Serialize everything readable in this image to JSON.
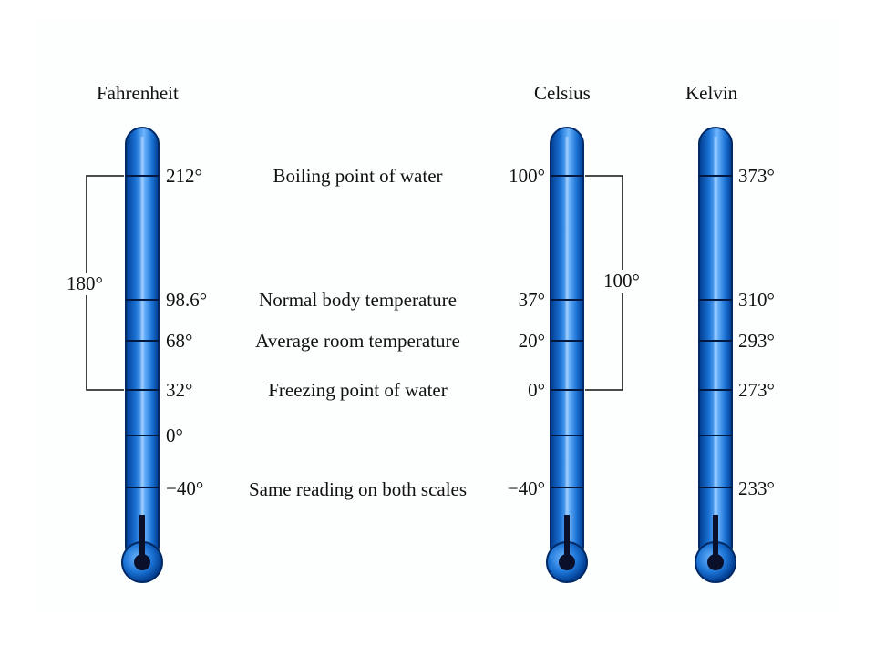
{
  "scales": {
    "fahrenheit": {
      "title": "Fahrenheit",
      "readings": [
        "212°",
        "98.6°",
        "68°",
        "32°",
        "0°",
        "−40°"
      ],
      "span_label": "180°"
    },
    "celsius": {
      "title": "Celsius",
      "readings": [
        "100°",
        "37°",
        "20°",
        "0°",
        "−40°"
      ],
      "span_label": "100°"
    },
    "kelvin": {
      "title": "Kelvin",
      "readings": [
        "373°",
        "310°",
        "293°",
        "273°",
        "233°"
      ]
    }
  },
  "reference_points": [
    "Boiling point of water",
    "Normal body temperature",
    "Average room temperature",
    "Freezing point of water",
    "Same reading on both scales"
  ],
  "colors": {
    "tube_dark": "#003b8e",
    "tube_mid": "#1a72d4",
    "tube_light": "#6fb6ff",
    "mercury": "#0a0f2a"
  }
}
